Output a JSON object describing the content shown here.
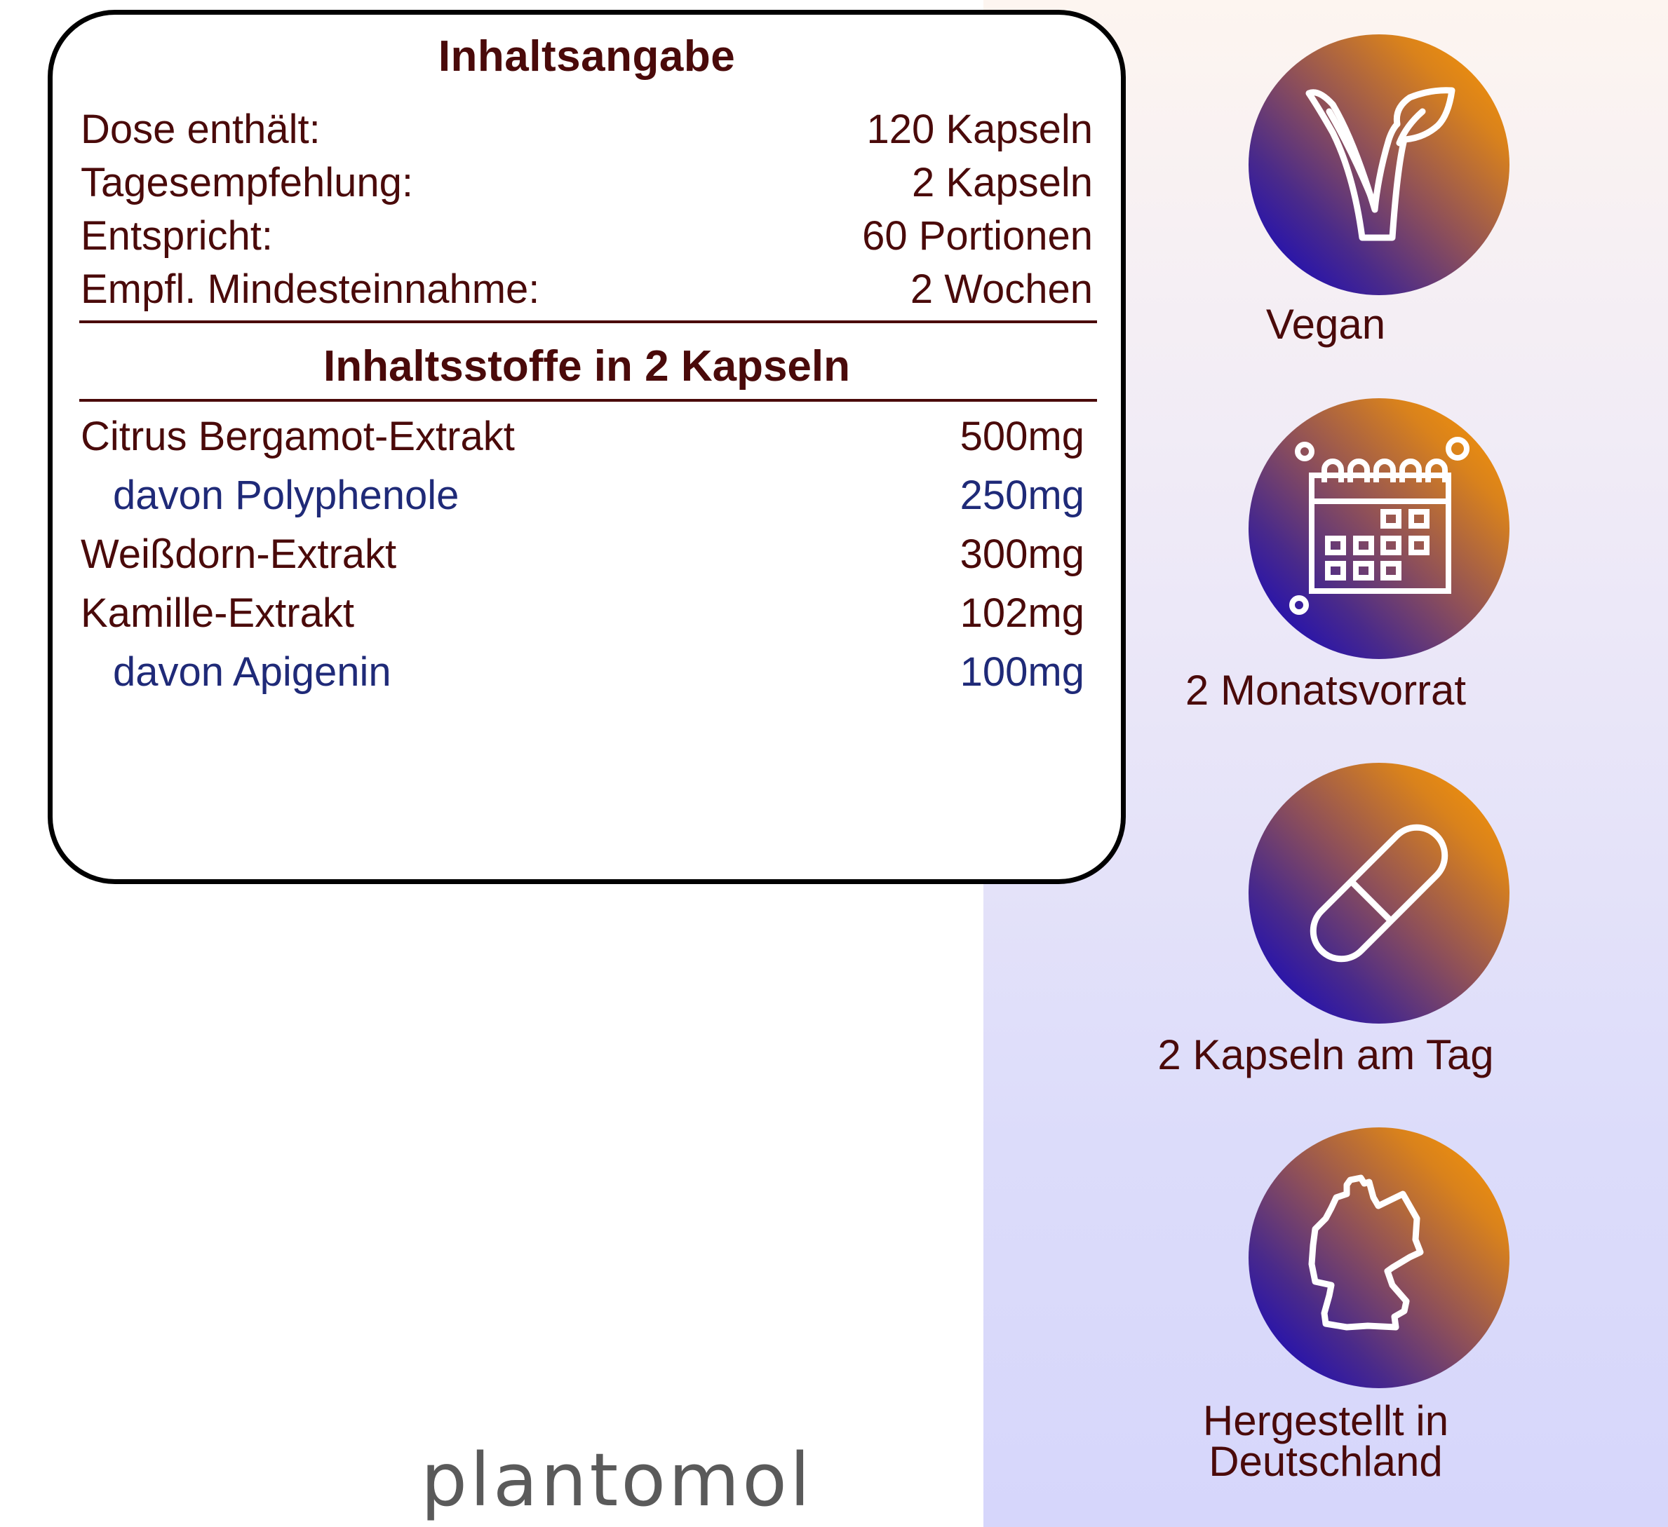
{
  "info_box": {
    "title": "Inhaltsangabe",
    "summary_rows": [
      {
        "label": "Dose enthält:",
        "value": "120 Kapseln"
      },
      {
        "label": "Tagesempfehlung:",
        "value": "2 Kapseln"
      },
      {
        "label": "Entspricht:",
        "value": "60 Portionen"
      },
      {
        "label": "Empfl. Mindesteinnahme:",
        "value": "2 Wochen"
      }
    ],
    "ingredients_title": "Inhaltsstoffe in 2 Kapseln",
    "ingredients": [
      {
        "name": "Citrus Bergamot-Extrakt",
        "amount": "500mg",
        "type": "main"
      },
      {
        "name": "davon Polyphenole",
        "amount": "250mg",
        "type": "sub"
      },
      {
        "name": "Weißdorn-Extrakt",
        "amount": "300mg",
        "type": "main"
      },
      {
        "name": "Kamille-Extrakt",
        "amount": "102mg",
        "type": "main"
      },
      {
        "name": "davon Apigenin",
        "amount": "100mg",
        "type": "sub"
      }
    ]
  },
  "badges": [
    {
      "icon": "vegan-leaf-icon",
      "label": "Vegan"
    },
    {
      "icon": "calendar-icon",
      "label": "2 Monatsvorrat"
    },
    {
      "icon": "capsule-icon",
      "label": "2 Kapseln am Tag"
    },
    {
      "icon": "germany-map-icon",
      "label_line1": "Hergestellt in",
      "label_line2": "Deutschland"
    }
  ],
  "brand": {
    "logo_text": "plantomol"
  },
  "colors": {
    "text_primary": "#4a0a0a",
    "text_sub": "#1f2a78",
    "gradient_start": "#ff9a00",
    "gradient_end": "#0a00c8",
    "panel_top": "#fdf5f0",
    "panel_bottom": "#d6d6fb",
    "logo": "#5a5a5a"
  }
}
